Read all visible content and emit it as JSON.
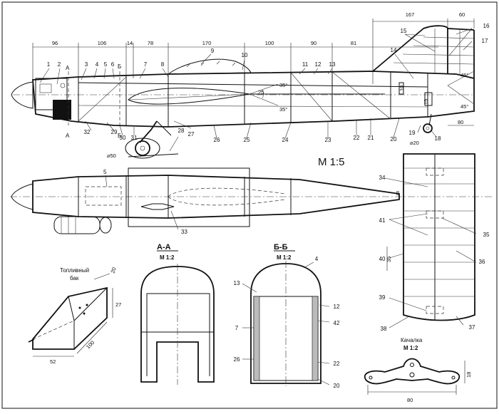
{
  "scale_main": "М 1:5",
  "sections": {
    "aa": {
      "title": "А-А",
      "scale": "М 1:2"
    },
    "bb": {
      "title": "Б-Б",
      "scale": "М 1:2"
    }
  },
  "tank": {
    "label_line1": "Топливный",
    "label_line2": "бак",
    "dims": [
      "20",
      "27",
      "52",
      "100"
    ]
  },
  "rocker": {
    "title": "Качалка",
    "scale": "М 1:2",
    "dims": [
      "80",
      "18"
    ]
  },
  "section_marks": {
    "a": "А",
    "b": "Б"
  },
  "side_dims_top": [
    "96",
    "106",
    "14",
    "78",
    "170",
    "100",
    "90",
    "81",
    "167",
    "60"
  ],
  "side_dims_other": {
    "d80": "80",
    "wheel_main": "⌀50",
    "wheel_tail": "⌀20",
    "tail_h": "10",
    "tail_w": "19"
  },
  "angles": {
    "a35a": "35°",
    "a35b": "35°",
    "a45a": "45°",
    "a45b": "45°",
    "a25": "25"
  },
  "plan_dims": {
    "d35": "35"
  },
  "side_parts": [
    "1",
    "2",
    "3",
    "4",
    "5",
    "6",
    "7",
    "8",
    "9",
    "10",
    "11",
    "12",
    "13",
    "14",
    "15",
    "16",
    "17",
    "18",
    "19",
    "20",
    "21",
    "22",
    "23",
    "24",
    "25",
    "26",
    "27",
    "28",
    "29",
    "30",
    "31",
    "32"
  ],
  "plan_parts": [
    "5",
    "33",
    "34",
    "35",
    "36",
    "37",
    "38",
    "39",
    "40",
    "41",
    "8"
  ],
  "section_parts": [
    "4",
    "13",
    "12",
    "42",
    "7",
    "26",
    "22",
    "20"
  ]
}
